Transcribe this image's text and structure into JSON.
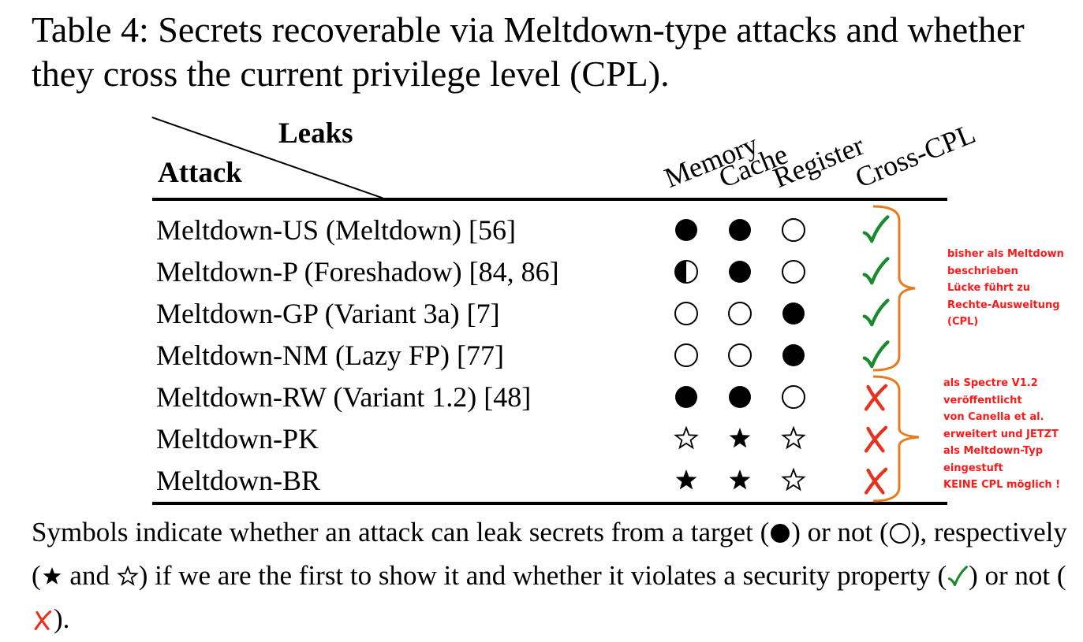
{
  "caption": "Table 4: Secrets recoverable via Meltdown-type attacks and whether they cross the current privilege level (CPL).",
  "table": {
    "header_leaks": "Leaks",
    "header_attack": "Attack",
    "columns": [
      "Memory",
      "Cache",
      "Register",
      "Cross-CPL"
    ],
    "rows": [
      {
        "name": "Meltdown-US (Meltdown) [56]",
        "memory": "full",
        "cache": "full",
        "register": "empty",
        "cross_cpl": "check"
      },
      {
        "name": "Meltdown-P (Foreshadow) [84, 86]",
        "memory": "half",
        "cache": "full",
        "register": "empty",
        "cross_cpl": "check"
      },
      {
        "name": "Meltdown-GP (Variant 3a) [7]",
        "memory": "empty",
        "cache": "empty",
        "register": "full",
        "cross_cpl": "check"
      },
      {
        "name": "Meltdown-NM (Lazy FP) [77]",
        "memory": "empty",
        "cache": "empty",
        "register": "full",
        "cross_cpl": "check"
      },
      {
        "name": "Meltdown-RW (Variant 1.2) [48]",
        "memory": "full",
        "cache": "full",
        "register": "empty",
        "cross_cpl": "cross"
      },
      {
        "name": "Meltdown-PK",
        "memory": "star-empty",
        "cache": "star-full",
        "register": "star-empty",
        "cross_cpl": "cross"
      },
      {
        "name": "Meltdown-BR",
        "memory": "star-full",
        "cache": "star-full",
        "register": "star-empty",
        "cross_cpl": "cross"
      }
    ]
  },
  "annotation_top": [
    "bisher als Meltdown",
    "beschrieben",
    "Lücke führt zu",
    "Rechte-Ausweitung",
    "(CPL)"
  ],
  "annotation_bottom": [
    "als Spectre V1.2",
    "veröffentlicht",
    "von Canella et al.",
    "erweitert und JETZT",
    "als Meltdown-Typ",
    "eingestuft",
    "KEINE CPL möglich !"
  ],
  "note": {
    "t1": "Symbols indicate whether an attack can leak secrets from a target (",
    "t2": ") or not (",
    "t3": "), respectively (",
    "t4": " and ",
    "t5": ") if we are the first to show it and whether it violates a security property (",
    "t6": ") or not (",
    "t7": ")."
  },
  "colors": {
    "check": "#1a8a2e",
    "cross": "#e8321e",
    "annotation": "#ff1a1a",
    "brace": "#e87b1c"
  }
}
